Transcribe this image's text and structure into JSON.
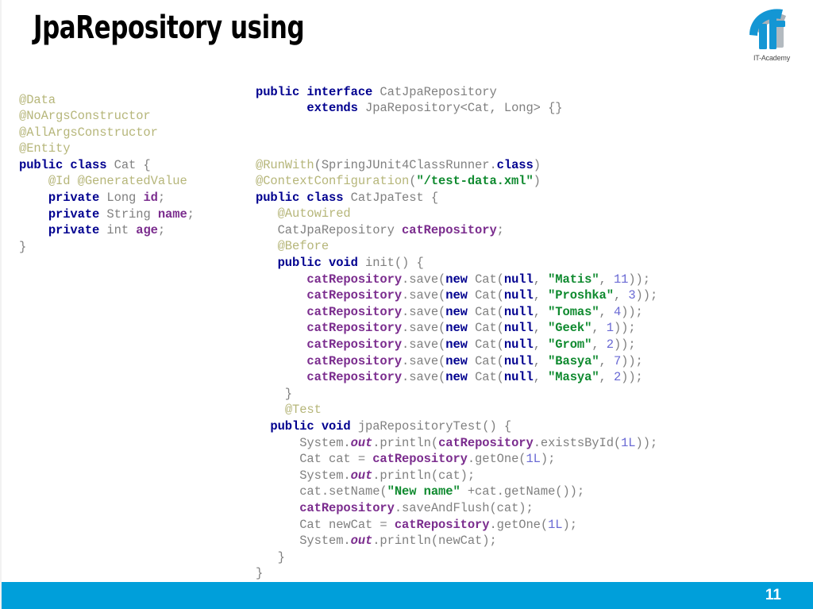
{
  "slide": {
    "title": "JpaRepository using",
    "page_number": "11",
    "accent_color": "#009FDA",
    "background_color": "#ffffff"
  },
  "logo": {
    "name": "it-academy-logo",
    "text": "IT-Academy",
    "primary_color": "#1496d4",
    "secondary_color": "#9aa3ab"
  },
  "syntax_colors": {
    "keyword": "#00008f",
    "annotation": "#b6b67a",
    "string": "#0f8a2f",
    "number": "#6a6ad4",
    "field": "#7b2d8e",
    "plain": "#808080"
  },
  "code_left": {
    "name": "cat-entity-source",
    "lines": [
      [
        {
          "t": "@Data",
          "c": "ann"
        }
      ],
      [
        {
          "t": "@NoArgsConstructor",
          "c": "ann"
        }
      ],
      [
        {
          "t": "@AllArgsConstructor",
          "c": "ann"
        }
      ],
      [
        {
          "t": "@Entity",
          "c": "ann"
        }
      ],
      [
        {
          "t": "public class",
          "c": "kw"
        },
        {
          "t": " Cat {",
          "c": "pl"
        }
      ],
      [
        {
          "t": "    ",
          "c": "pl"
        },
        {
          "t": "@Id @GeneratedValue",
          "c": "ann"
        }
      ],
      [
        {
          "t": "    ",
          "c": "pl"
        },
        {
          "t": "private",
          "c": "kw"
        },
        {
          "t": " Long ",
          "c": "pl"
        },
        {
          "t": "id",
          "c": "fld"
        },
        {
          "t": ";",
          "c": "pl"
        }
      ],
      [
        {
          "t": "    ",
          "c": "pl"
        },
        {
          "t": "private",
          "c": "kw"
        },
        {
          "t": " String ",
          "c": "pl"
        },
        {
          "t": "name",
          "c": "fld"
        },
        {
          "t": ";",
          "c": "pl"
        }
      ],
      [
        {
          "t": "    ",
          "c": "pl"
        },
        {
          "t": "private",
          "c": "kw"
        },
        {
          "t": " int ",
          "c": "pl"
        },
        {
          "t": "age",
          "c": "fld"
        },
        {
          "t": ";",
          "c": "pl"
        }
      ],
      [
        {
          "t": "}",
          "c": "pl"
        }
      ]
    ]
  },
  "code_right_interface": {
    "name": "cat-jpa-repository-interface-source",
    "lines": [
      [
        {
          "t": "public interface",
          "c": "kw"
        },
        {
          "t": " CatJpaRepository",
          "c": "pl"
        }
      ],
      [
        {
          "t": "       ",
          "c": "pl"
        },
        {
          "t": "extends",
          "c": "kw"
        },
        {
          "t": " JpaRepository<Cat, Long> {}",
          "c": "pl"
        }
      ]
    ]
  },
  "code_right_test": {
    "name": "cat-jpa-test-source",
    "lines": [
      [
        {
          "t": "@RunWith",
          "c": "ann"
        },
        {
          "t": "(SpringJUnit4ClassRunner.",
          "c": "pl"
        },
        {
          "t": "class",
          "c": "kw"
        },
        {
          "t": ")",
          "c": "pl"
        }
      ],
      [
        {
          "t": "@ContextConfiguration",
          "c": "ann"
        },
        {
          "t": "(",
          "c": "pl"
        },
        {
          "t": "\"/test-data.xml\"",
          "c": "str"
        },
        {
          "t": ")",
          "c": "pl"
        }
      ],
      [
        {
          "t": "public class",
          "c": "kw"
        },
        {
          "t": " CatJpaTest {",
          "c": "pl"
        }
      ],
      [
        {
          "t": "   ",
          "c": "pl"
        },
        {
          "t": "@Autowired",
          "c": "ann"
        }
      ],
      [
        {
          "t": "   CatJpaRepository ",
          "c": "pl"
        },
        {
          "t": "catRepository",
          "c": "fld"
        },
        {
          "t": ";",
          "c": "pl"
        }
      ],
      [
        {
          "t": "   ",
          "c": "pl"
        },
        {
          "t": "@Before",
          "c": "ann"
        }
      ],
      [
        {
          "t": "   ",
          "c": "pl"
        },
        {
          "t": "public void",
          "c": "kw"
        },
        {
          "t": " init() {",
          "c": "pl"
        }
      ],
      [
        {
          "t": "       ",
          "c": "pl"
        },
        {
          "t": "catRepository",
          "c": "fld"
        },
        {
          "t": ".save(",
          "c": "pl"
        },
        {
          "t": "new",
          "c": "kw"
        },
        {
          "t": " Cat(",
          "c": "pl"
        },
        {
          "t": "null",
          "c": "kw"
        },
        {
          "t": ", ",
          "c": "pl"
        },
        {
          "t": "\"Matis\"",
          "c": "str"
        },
        {
          "t": ", ",
          "c": "pl"
        },
        {
          "t": "11",
          "c": "num"
        },
        {
          "t": "));",
          "c": "pl"
        }
      ],
      [
        {
          "t": "       ",
          "c": "pl"
        },
        {
          "t": "catRepository",
          "c": "fld"
        },
        {
          "t": ".save(",
          "c": "pl"
        },
        {
          "t": "new",
          "c": "kw"
        },
        {
          "t": " Cat(",
          "c": "pl"
        },
        {
          "t": "null",
          "c": "kw"
        },
        {
          "t": ", ",
          "c": "pl"
        },
        {
          "t": "\"Proshka\"",
          "c": "str"
        },
        {
          "t": ", ",
          "c": "pl"
        },
        {
          "t": "3",
          "c": "num"
        },
        {
          "t": "));",
          "c": "pl"
        }
      ],
      [
        {
          "t": "       ",
          "c": "pl"
        },
        {
          "t": "catRepository",
          "c": "fld"
        },
        {
          "t": ".save(",
          "c": "pl"
        },
        {
          "t": "new",
          "c": "kw"
        },
        {
          "t": " Cat(",
          "c": "pl"
        },
        {
          "t": "null",
          "c": "kw"
        },
        {
          "t": ", ",
          "c": "pl"
        },
        {
          "t": "\"Tomas\"",
          "c": "str"
        },
        {
          "t": ", ",
          "c": "pl"
        },
        {
          "t": "4",
          "c": "num"
        },
        {
          "t": "));",
          "c": "pl"
        }
      ],
      [
        {
          "t": "       ",
          "c": "pl"
        },
        {
          "t": "catRepository",
          "c": "fld"
        },
        {
          "t": ".save(",
          "c": "pl"
        },
        {
          "t": "new",
          "c": "kw"
        },
        {
          "t": " Cat(",
          "c": "pl"
        },
        {
          "t": "null",
          "c": "kw"
        },
        {
          "t": ", ",
          "c": "pl"
        },
        {
          "t": "\"Geek\"",
          "c": "str"
        },
        {
          "t": ", ",
          "c": "pl"
        },
        {
          "t": "1",
          "c": "num"
        },
        {
          "t": "));",
          "c": "pl"
        }
      ],
      [
        {
          "t": "       ",
          "c": "pl"
        },
        {
          "t": "catRepository",
          "c": "fld"
        },
        {
          "t": ".save(",
          "c": "pl"
        },
        {
          "t": "new",
          "c": "kw"
        },
        {
          "t": " Cat(",
          "c": "pl"
        },
        {
          "t": "null",
          "c": "kw"
        },
        {
          "t": ", ",
          "c": "pl"
        },
        {
          "t": "\"Grom\"",
          "c": "str"
        },
        {
          "t": ", ",
          "c": "pl"
        },
        {
          "t": "2",
          "c": "num"
        },
        {
          "t": "));",
          "c": "pl"
        }
      ],
      [
        {
          "t": "       ",
          "c": "pl"
        },
        {
          "t": "catRepository",
          "c": "fld"
        },
        {
          "t": ".save(",
          "c": "pl"
        },
        {
          "t": "new",
          "c": "kw"
        },
        {
          "t": " Cat(",
          "c": "pl"
        },
        {
          "t": "null",
          "c": "kw"
        },
        {
          "t": ", ",
          "c": "pl"
        },
        {
          "t": "\"Basya\"",
          "c": "str"
        },
        {
          "t": ", ",
          "c": "pl"
        },
        {
          "t": "7",
          "c": "num"
        },
        {
          "t": "));",
          "c": "pl"
        }
      ],
      [
        {
          "t": "       ",
          "c": "pl"
        },
        {
          "t": "catRepository",
          "c": "fld"
        },
        {
          "t": ".save(",
          "c": "pl"
        },
        {
          "t": "new",
          "c": "kw"
        },
        {
          "t": " Cat(",
          "c": "pl"
        },
        {
          "t": "null",
          "c": "kw"
        },
        {
          "t": ", ",
          "c": "pl"
        },
        {
          "t": "\"Masya\"",
          "c": "str"
        },
        {
          "t": ", ",
          "c": "pl"
        },
        {
          "t": "2",
          "c": "num"
        },
        {
          "t": "));",
          "c": "pl"
        }
      ],
      [
        {
          "t": "    }",
          "c": "pl"
        }
      ],
      [
        {
          "t": "    ",
          "c": "pl"
        },
        {
          "t": "@Test",
          "c": "ann"
        }
      ],
      [
        {
          "t": "  ",
          "c": "pl"
        },
        {
          "t": "public void",
          "c": "kw"
        },
        {
          "t": " jpaRepositoryTest() {",
          "c": "pl"
        }
      ],
      [
        {
          "t": "      System.",
          "c": "pl"
        },
        {
          "t": "out",
          "c": "stat"
        },
        {
          "t": ".println(",
          "c": "pl"
        },
        {
          "t": "catRepository",
          "c": "fld"
        },
        {
          "t": ".existsById(",
          "c": "pl"
        },
        {
          "t": "1L",
          "c": "num"
        },
        {
          "t": "));",
          "c": "pl"
        }
      ],
      [
        {
          "t": "      Cat cat = ",
          "c": "pl"
        },
        {
          "t": "catRepository",
          "c": "fld"
        },
        {
          "t": ".getOne(",
          "c": "pl"
        },
        {
          "t": "1L",
          "c": "num"
        },
        {
          "t": ");",
          "c": "pl"
        }
      ],
      [
        {
          "t": "      System.",
          "c": "pl"
        },
        {
          "t": "out",
          "c": "stat"
        },
        {
          "t": ".println(cat);",
          "c": "pl"
        }
      ],
      [
        {
          "t": "      cat.setName(",
          "c": "pl"
        },
        {
          "t": "\"New name\"",
          "c": "str"
        },
        {
          "t": " +cat.getName());",
          "c": "pl"
        }
      ],
      [
        {
          "t": "      ",
          "c": "pl"
        },
        {
          "t": "catRepository",
          "c": "fld"
        },
        {
          "t": ".saveAndFlush(cat);",
          "c": "pl"
        }
      ],
      [
        {
          "t": "      Cat newCat = ",
          "c": "pl"
        },
        {
          "t": "catRepository",
          "c": "fld"
        },
        {
          "t": ".getOne(",
          "c": "pl"
        },
        {
          "t": "1L",
          "c": "num"
        },
        {
          "t": ");",
          "c": "pl"
        }
      ],
      [
        {
          "t": "      System.",
          "c": "pl"
        },
        {
          "t": "out",
          "c": "stat"
        },
        {
          "t": ".println(newCat);",
          "c": "pl"
        }
      ],
      [
        {
          "t": "   }",
          "c": "pl"
        }
      ],
      [
        {
          "t": "}",
          "c": "pl"
        }
      ]
    ]
  }
}
